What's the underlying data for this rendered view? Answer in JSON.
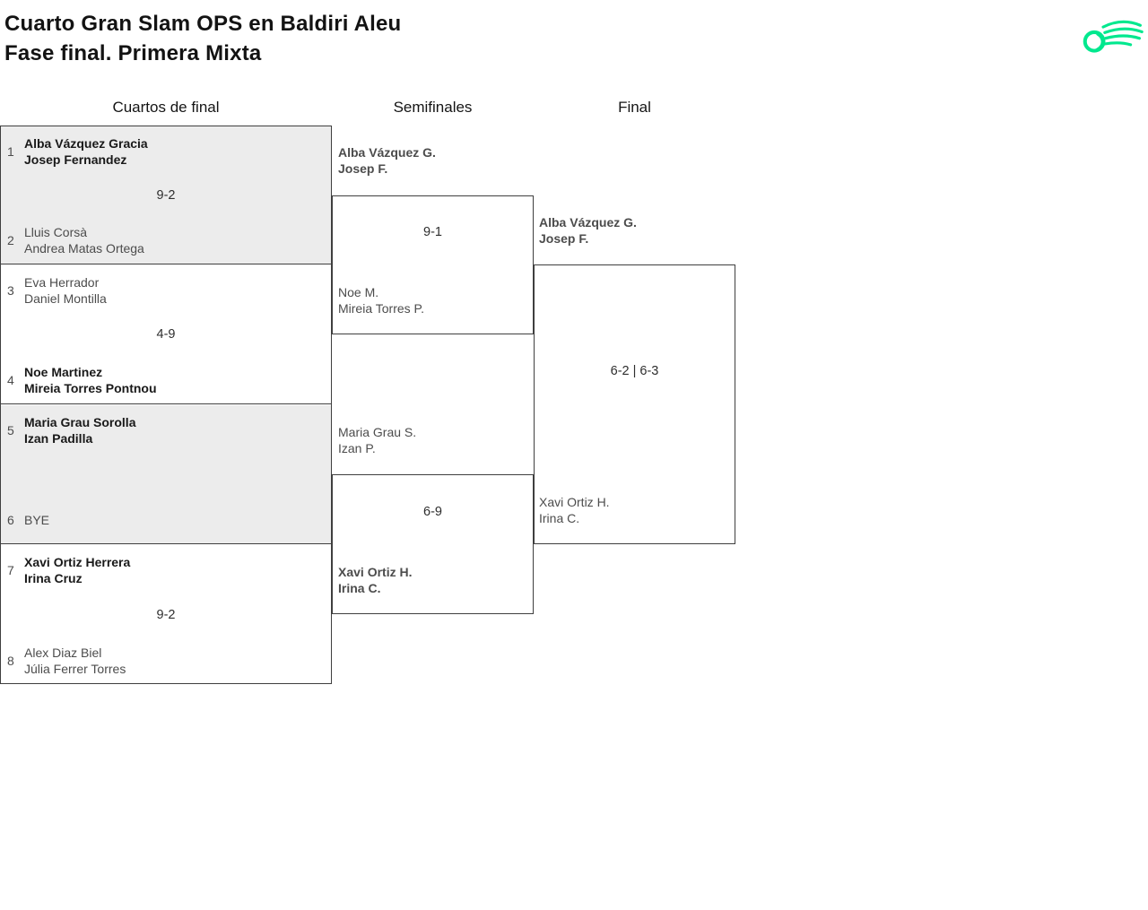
{
  "page": {
    "title_line1": "Cuarto Gran Slam OPS en Baldiri Aleu",
    "title_line2": "Fase final. Primera Mixta"
  },
  "logo": {
    "icon": "tennis-ball-swoosh-icon",
    "color": "#00e88e"
  },
  "columns": {
    "quarterfinals": "Cuartos de final",
    "semifinals": "Semifinales",
    "final": "Final"
  },
  "bracket": {
    "quarterfinals": [
      {
        "seed_top": "1",
        "top": [
          "Alba Vázquez Gracia",
          "Josep Fernandez"
        ],
        "score": "9-2",
        "seed_bottom": "2",
        "bottom": [
          "Lluis Corsà",
          "Andrea Matas Ortega"
        ],
        "winner": "top"
      },
      {
        "seed_top": "3",
        "top": [
          "Eva Herrador",
          "Daniel Montilla"
        ],
        "score": "4-9",
        "seed_bottom": "4",
        "bottom": [
          "Noe Martinez",
          "Mireia Torres Pontnou"
        ],
        "winner": "bottom"
      },
      {
        "seed_top": "5",
        "top": [
          "Maria Grau Sorolla",
          "Izan Padilla"
        ],
        "score": "",
        "seed_bottom": "6",
        "bottom": [
          "BYE"
        ],
        "winner": "top"
      },
      {
        "seed_top": "7",
        "top": [
          "Xavi Ortiz Herrera",
          "Irina Cruz"
        ],
        "score": "9-2",
        "seed_bottom": "8",
        "bottom": [
          "Alex Diaz Biel",
          "Júlia Ferrer Torres"
        ],
        "winner": "top"
      }
    ],
    "semifinals": [
      {
        "top": [
          "Alba Vázquez G.",
          "Josep F."
        ],
        "score": "9-1",
        "bottom": [
          "Noe M.",
          "Mireia Torres P."
        ],
        "winner": "top"
      },
      {
        "top": [
          "Maria Grau S.",
          "Izan P."
        ],
        "score": "6-9",
        "bottom": [
          "Xavi Ortiz H.",
          "Irina C."
        ],
        "winner": "bottom"
      }
    ],
    "final": {
      "top": [
        "Alba Vázquez G.",
        "Josep F."
      ],
      "score": "6-2 | 6-3",
      "bottom": [
        "Xavi Ortiz H.",
        "Irina C."
      ],
      "winner": "top"
    }
  }
}
